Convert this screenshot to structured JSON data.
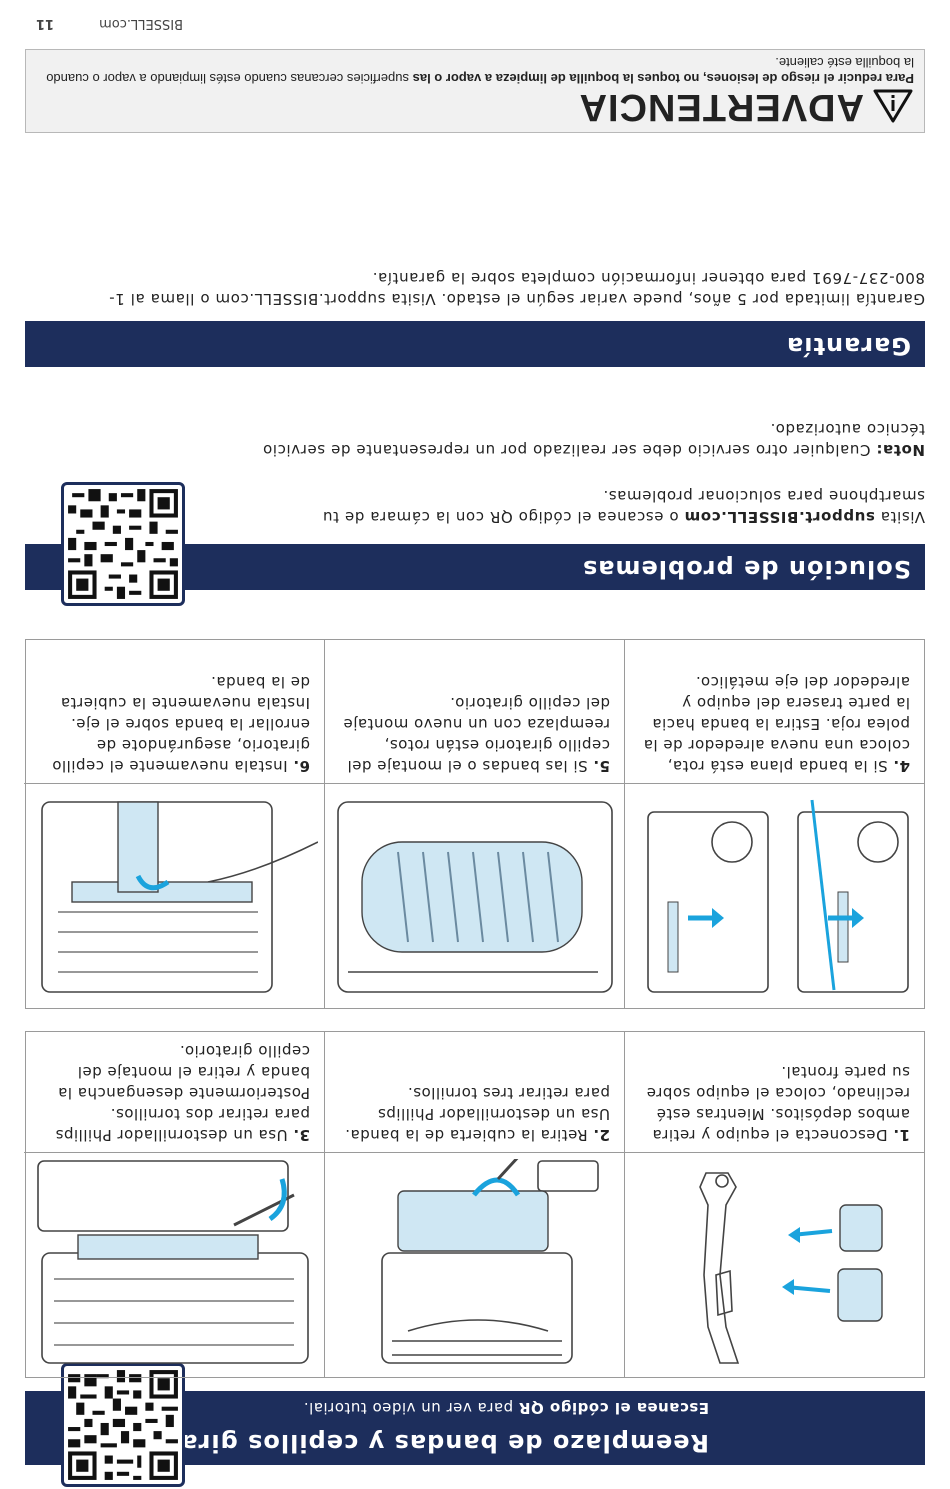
{
  "sections": {
    "replace_title": "Reemplazo de bandas y cepillos giratorios",
    "replace_scan_bold": "Escanea el código QR",
    "replace_scan_rest": " para ver un video tutorial.",
    "troubleshoot_title": "Solución de problemas",
    "warranty_title": "Garantía"
  },
  "steps": [
    {
      "num": "1.",
      "text": " Desconecta el equipo y retira ambos depósitos. Mientras esté reclinado, coloca el equipo sobre su parte frontal."
    },
    {
      "num": "2.",
      "text": " Retira la cubierta de la banda. Usa un destornillador Phillips para retirar tres tornillos."
    },
    {
      "num": "3.",
      "text": " Usa un destornillador Phillips para retirar dos tornillos. Posteriormente desengancha la banda y retira el montaje del cepillo giratorio."
    },
    {
      "num": "4.",
      "text": " Si la banda plana está rota, coloca una nueva alrededor de la polea roja. Estira la banda hacia la parte trasera del equipo y alrededor del eje metálico."
    },
    {
      "num": "5.",
      "text": " Si las bandas o el montaje del cepillo giratorio están rotos, reemplaza con un nuevo montaje del cepillo giratorio."
    },
    {
      "num": "6.",
      "text": " Instala nuevamente el cepillo giratorio, asegurándote de enrollar la banda sobre el eje. Instala nuevamente la cubierta de la banda."
    }
  ],
  "troubleshoot": {
    "visit": "Visita ",
    "site": "support.BISSELL.com",
    "rest": " o escanea el código QR con la cámara de tu smartphone para solucionar problemas.",
    "note_label": "Nota:",
    "note_text": " Cualquier otro servicio debe ser realizado por un representante de servicio técnico autorizado."
  },
  "warranty": {
    "text": "Garantía limitada por 5 años, puede variar según el estado. Visita support.BISSELL.com o llama al 1-800-237-7691 para obtener información completa sobre la garantía."
  },
  "warning": {
    "title": "ADVERTENCIA",
    "bold": "Para reducir el riesgo de lesiones, no toques la boquilla de limpieza a vapor o las",
    "rest": " superficies cercanas cuando estés limpiando a vapor o cuando la boquilla esté caliente."
  },
  "footer": {
    "page": "11",
    "site": "BISSELL.com"
  },
  "colors": {
    "navy": "#1d2e5c",
    "accent_blue": "#1aa3dd",
    "light_blue": "#cfe7f3"
  }
}
